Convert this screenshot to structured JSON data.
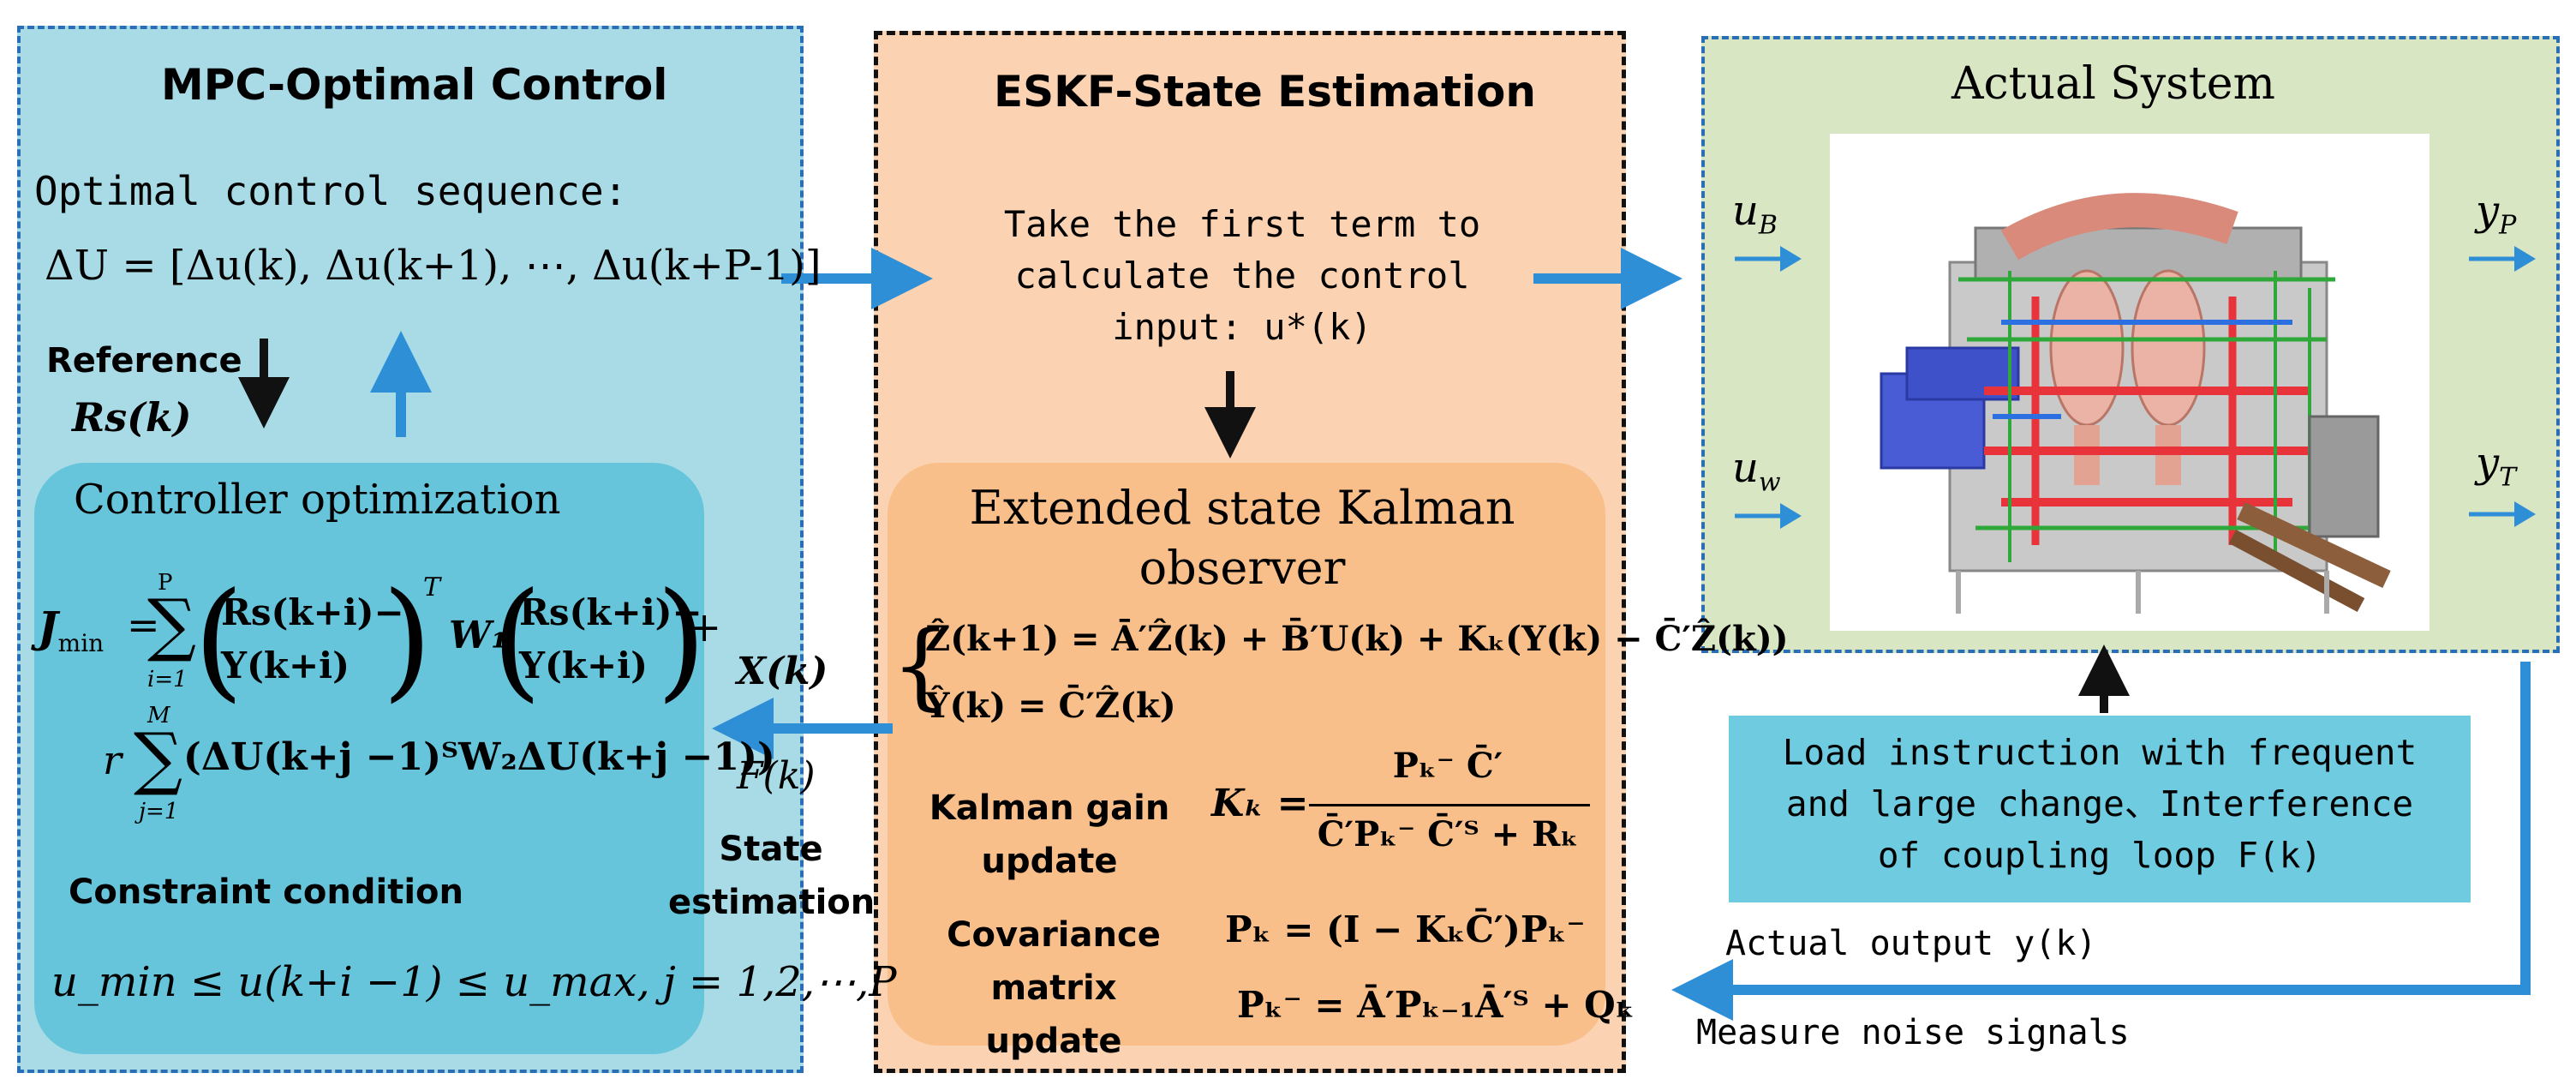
{
  "mpc": {
    "title": "MPC-Optimal Control",
    "sequence_label": "Optimal control sequence:",
    "sequence_formula": "ΔU = [Δu(k), Δu(k+1), ⋯, Δu(k+P-1)]",
    "reference_label": "Reference",
    "reference_symbol": "Rs(k)",
    "optimizer_title": "Controller optimization",
    "cost_lhs": "J",
    "cost_lhs_sub": "min",
    "cost_eq": "=",
    "sum_top_1": "P",
    "sum_bottom_1": "i=1",
    "cost_vec_top": "Rs(k+i)−",
    "cost_vec_bottom": "Y(k+i)",
    "cost_transpose": "T",
    "cost_weight_1": "W₁",
    "cost_plus": "+",
    "cost_r": "r",
    "sum_top_2": "M",
    "sum_bottom_2": "j=1",
    "cost_term_2": "(ΔU(k+j −1)ᵀW₂ΔU(k+j −1))",
    "constraint_title": "Constraint condition",
    "constraint_formula": "u_min ≤ u(k+i −1) ≤ u_max, j = 1,2,⋯,P"
  },
  "eskf": {
    "title": "ESKF-State Estimation",
    "first_term_text": "Take the first term to\ncalculate the control\ninput: u*(k)",
    "observer_title": "Extended state Kalman\nobserver",
    "state_eq_1": "Ẑ(k+1) = Ā′Ẑ(k) + B̄′U(k) + Kₖ(Y(k) − C̄′Ẑ(k))",
    "state_eq_2": "Ŷ(k) = C̄′Ẑ(k)",
    "gain_label": "Kalman gain\nupdate",
    "gain_lhs": "Kₖ  =",
    "gain_num": "Pₖ⁻ C̄′",
    "gain_den": "C̄′Pₖ⁻ C̄′ᵀ + Rₖ",
    "cov_label": "Covariance matrix\nupdate",
    "cov_eq_1": "Pₖ = (I − KₖC̄′)Pₖ⁻",
    "cov_eq_2": "Pₖ⁻ = Ā′Pₖ₋₁Ā′ᵀ + Qₖ"
  },
  "system": {
    "title": "Actual System",
    "input_1": "u",
    "input_1_sub": "B",
    "input_2": "u",
    "input_2_sub": "w",
    "output_1": "y",
    "output_1_sub": "P",
    "output_2": "y",
    "output_2_sub": "T"
  },
  "load_box": {
    "text": "Load instruction with frequent\nand large change、Interference\nof coupling loop F(k)"
  },
  "signals": {
    "state_x": "X(k)",
    "state_f": "F(k)",
    "state_estimation_label": "State\nestimation",
    "actual_output": "Actual output y(k)",
    "measure_noise": "Measure noise signals"
  },
  "colors": {
    "mpc_panel": "#a9dbe7",
    "eskf_panel": "#fbd3b2",
    "system_panel": "#d8e6c3",
    "optimizer_box": "#66c5db",
    "observer_box": "#f9bf8b",
    "load_box": "#6fcbe0",
    "arrow_blue": "#2f8fd6",
    "border_blue": "#2a6fb5"
  }
}
